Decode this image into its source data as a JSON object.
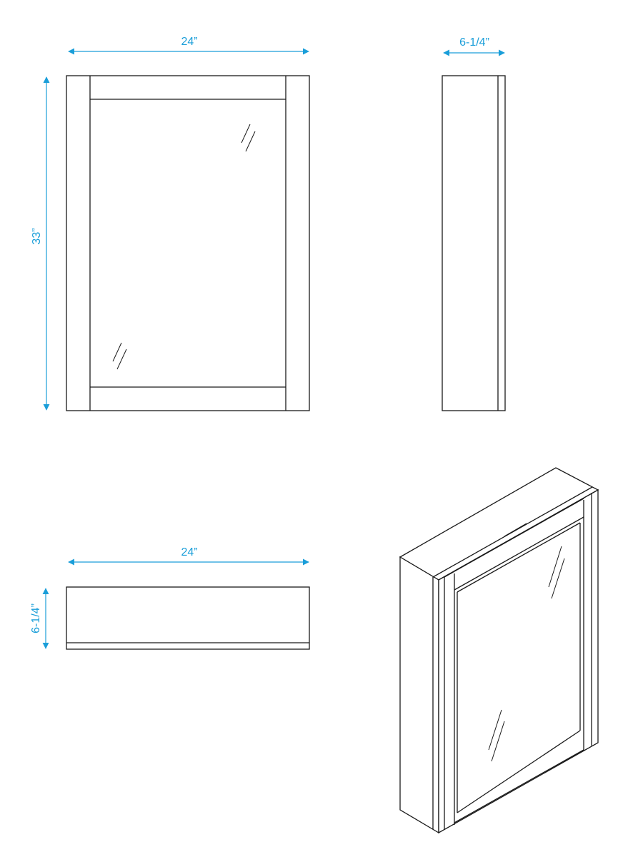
{
  "colors": {
    "dimension": "#1a9ed9",
    "outline": "#1a1a1a",
    "background": "#ffffff"
  },
  "dimensions": {
    "front_width": "24”",
    "front_height": "33”",
    "side_depth": "6-1/4”",
    "top_width": "24”",
    "top_depth": "6-1/4”"
  }
}
